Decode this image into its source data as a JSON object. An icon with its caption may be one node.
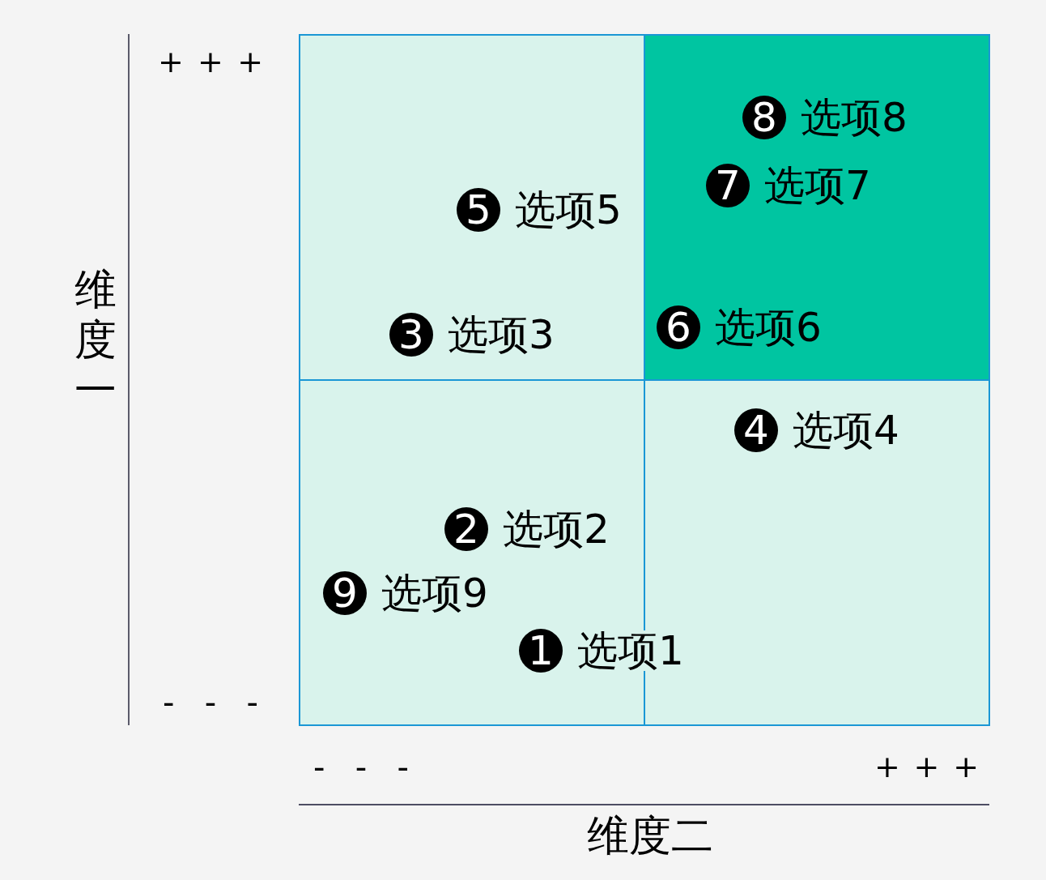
{
  "diagram": {
    "nodes": [
      {
        "text": [],
        "shape": "box"
      },
      {
        "text": [],
        "shape": "box"
      },
      {
        "text": [],
        "shape": "box"
      },
      {
        "text": [],
        "shape": "box"
      },
      {
        "text": [
          "8"
        ],
        "beside": [
          "选项8"
        ],
        "in": 1
      },
      {
        "text": [
          "7"
        ],
        "beside": [
          "选项7"
        ],
        "in": 1
      },
      {
        "text": [
          "5"
        ],
        "beside": [
          "选项5"
        ],
        "in": 0
      },
      {
        "text": [
          "3"
        ],
        "beside": [
          "选项3"
        ],
        "in": 0
      },
      {
        "text": [
          "6"
        ],
        "beside": [
          "选项6"
        ],
        "in": 1
      },
      {
        "text": [
          "4"
        ],
        "beside": [
          "选项4"
        ],
        "in": 3
      },
      {
        "text": [
          "2"
        ],
        "beside": [
          "选项2"
        ],
        "in": 2
      },
      {
        "text": [
          "9"
        ],
        "beside": [
          "选项9"
        ],
        "in": 2
      },
      {
        "text": [
          "1"
        ],
        "beside": [
          "选项1"
        ],
        "in": 2
      }
    ],
    "labels": [
      "+ + +",
      "维度一",
      "- - -",
      "- - -",
      "+ + +",
      "维度二"
    ]
  }
}
